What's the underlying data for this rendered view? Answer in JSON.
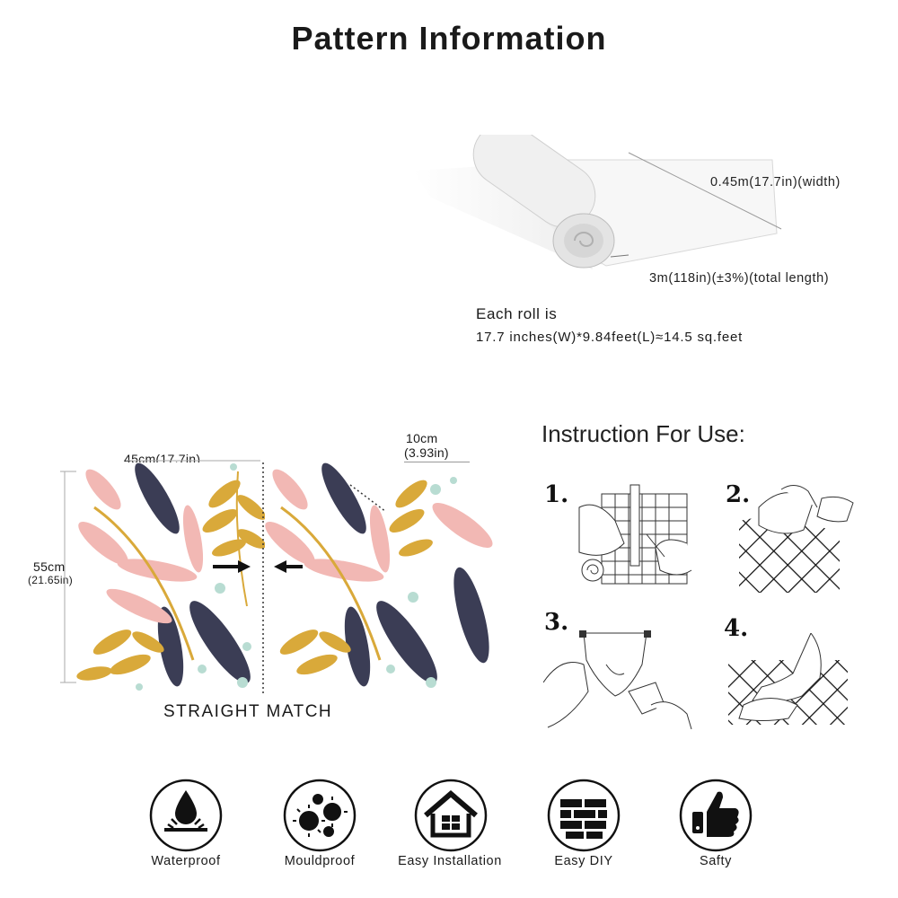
{
  "title": "Pattern Information",
  "roll": {
    "width_label": "0.45m(17.7in)(width)",
    "length_label": "3m(118in)(±3%)(total length)",
    "each_roll_line1": "Each roll is",
    "each_roll_line2": "17.7 inches(W)*9.84feet(L)≈14.5 sq.feet"
  },
  "pattern": {
    "width_label": "45cm(17.7in)",
    "height_label_cm": "55cm",
    "height_label_in": "(21.65in)",
    "repeat_label_cm": "10cm",
    "repeat_label_in": "(3.93in)",
    "match_label": "STRAIGHT MATCH"
  },
  "instructions": {
    "title": "Instruction For Use:",
    "steps": [
      {
        "number": "1."
      },
      {
        "number": "2."
      },
      {
        "number": "3."
      },
      {
        "number": "4."
      }
    ]
  },
  "features": [
    {
      "label": "Waterproof",
      "icon": "waterproof-icon"
    },
    {
      "label": "Mouldproof",
      "icon": "mouldproof-icon"
    },
    {
      "label": "Easy Installation",
      "icon": "house-icon"
    },
    {
      "label": "Easy DIY",
      "icon": "brick-wall-icon"
    },
    {
      "label": "Safty",
      "icon": "thumbs-up-icon"
    }
  ],
  "colors": {
    "pink": "#f2b8b4",
    "navy": "#3b3d55",
    "gold": "#d9a93a",
    "mint": "#b8dcd2"
  }
}
